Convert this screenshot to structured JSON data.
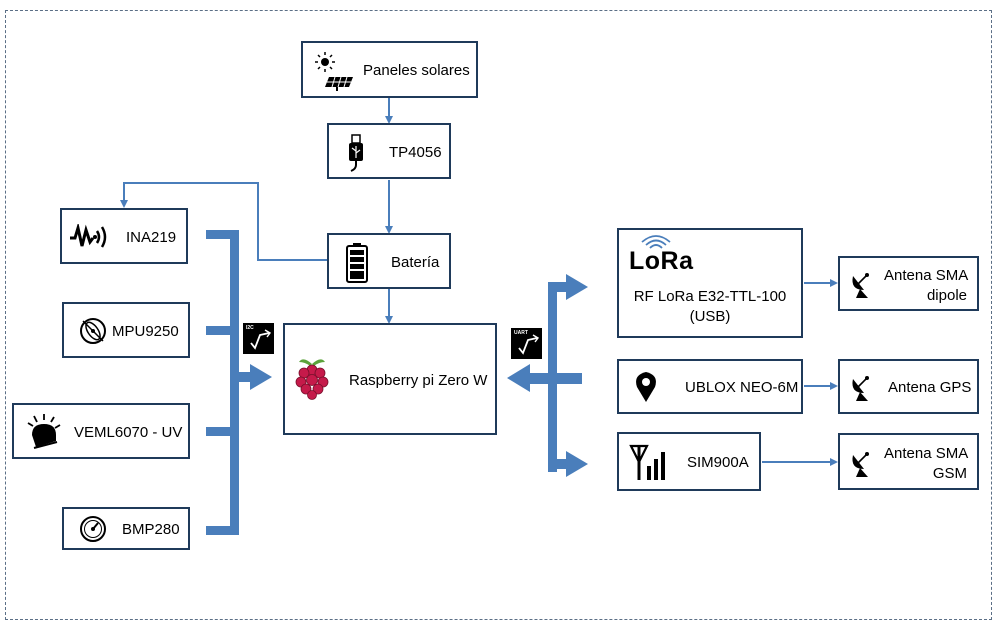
{
  "nodes": {
    "paneles": "Paneles solares",
    "tp4056": "TP4056",
    "bateria": "Batería",
    "raspberry": "Raspberry pi Zero W",
    "ina219": "INA219",
    "mpu9250": "MPU9250",
    "veml6070": "VEML6070 - UV",
    "bmp280": "BMP280",
    "lora_logo": "LoRa",
    "lora_line1": "RF LoRa E32-TTL-100",
    "lora_line2": "(USB)",
    "ublox": "UBLOX NEO-6M",
    "sim900": "SIM900A",
    "antena_sma_1": "Antena SMA",
    "antena_sma_1b": "dipole",
    "antena_gps": "Antena GPS",
    "antena_sma_2": "Antena SMA",
    "antena_sma_2b": "GSM"
  },
  "buses": {
    "i2c": "I2C",
    "uart": "UART"
  },
  "colors": {
    "wire": "#4a7ebb",
    "bus": "#4a7ebb",
    "box_border": "#1f3a5a"
  }
}
